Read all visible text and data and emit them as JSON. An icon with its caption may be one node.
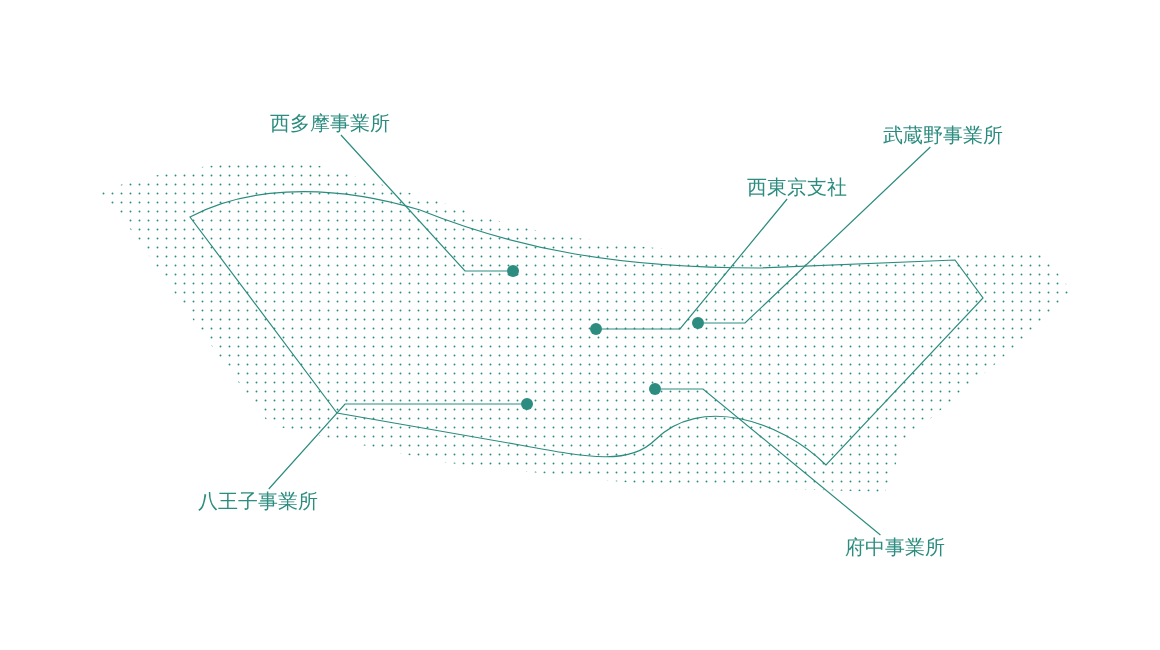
{
  "diagram": {
    "nodes": [
      {
        "text": [
          "西多摩事業所"
        ]
      },
      {
        "text": [
          "武蔵野事業所"
        ]
      },
      {
        "text": [
          "西東京支社"
        ]
      },
      {
        "text": [
          "八王子事業所"
        ]
      },
      {
        "text": [
          "府中事業所"
        ]
      },
      {
        "text": [],
        "shape": "circle"
      },
      {
        "text": [],
        "shape": "circle"
      },
      {
        "text": [],
        "shape": "circle"
      },
      {
        "text": [],
        "shape": "circle"
      },
      {
        "text": [],
        "shape": "circle"
      }
    ],
    "edges": [
      {
        "from": 0,
        "to": 5,
        "arrow": "none"
      },
      {
        "from": 1,
        "to": 9,
        "arrow": "none"
      },
      {
        "from": 2,
        "to": 7,
        "arrow": "none"
      },
      {
        "from": 3,
        "to": 6,
        "arrow": "none"
      },
      {
        "from": 4,
        "to": 8,
        "arrow": "none"
      }
    ]
  }
}
